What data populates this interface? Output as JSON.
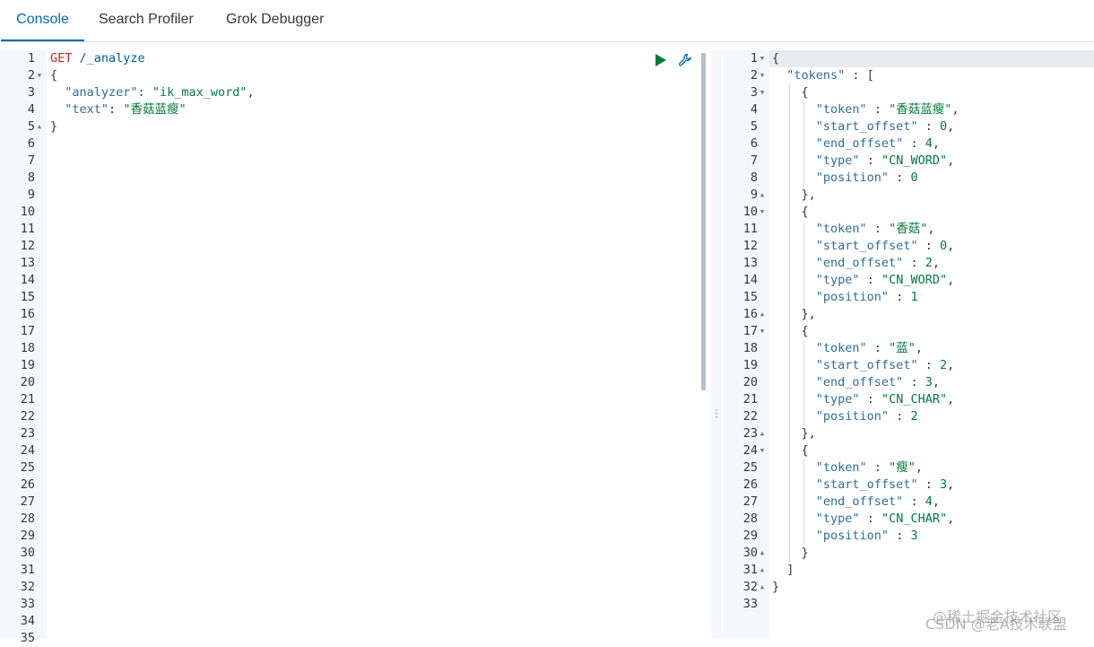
{
  "tabs": [
    {
      "label": "Console",
      "active": true
    },
    {
      "label": "Search Profiler",
      "active": false
    },
    {
      "label": "Grok Debugger",
      "active": false
    }
  ],
  "request": {
    "method": "GET",
    "path": "/_analyze",
    "lines": [
      [
        {
          "t": "GET",
          "c": "m"
        },
        {
          "t": " /_analyze",
          "c": "u"
        }
      ],
      [
        {
          "t": "{",
          "c": "p"
        }
      ],
      [
        {
          "t": "  ",
          "c": "p"
        },
        {
          "t": "\"analyzer\"",
          "c": "k"
        },
        {
          "t": ": ",
          "c": "p"
        },
        {
          "t": "\"ik_max_word\"",
          "c": "s"
        },
        {
          "t": ",",
          "c": "p"
        }
      ],
      [
        {
          "t": "  ",
          "c": "p"
        },
        {
          "t": "\"text\"",
          "c": "k"
        },
        {
          "t": ": ",
          "c": "p"
        },
        {
          "t": "\"香菇蓝瘦\"",
          "c": "s"
        }
      ],
      [
        {
          "t": "}",
          "c": "p"
        }
      ]
    ],
    "line_count": 35,
    "fold_open": [
      2
    ],
    "fold_close": [
      5
    ]
  },
  "response": {
    "lines": [
      [
        {
          "t": "{",
          "c": "p"
        }
      ],
      [
        {
          "t": "  ",
          "c": "p"
        },
        {
          "t": "\"tokens\"",
          "c": "k"
        },
        {
          "t": " : [",
          "c": "p"
        }
      ],
      [
        {
          "t": "    {",
          "c": "p"
        }
      ],
      [
        {
          "t": "      ",
          "c": "p"
        },
        {
          "t": "\"token\"",
          "c": "k"
        },
        {
          "t": " : ",
          "c": "p"
        },
        {
          "t": "\"香菇蓝瘦\"",
          "c": "s"
        },
        {
          "t": ",",
          "c": "p"
        }
      ],
      [
        {
          "t": "      ",
          "c": "p"
        },
        {
          "t": "\"start_offset\"",
          "c": "k"
        },
        {
          "t": " : ",
          "c": "p"
        },
        {
          "t": "0",
          "c": "n"
        },
        {
          "t": ",",
          "c": "p"
        }
      ],
      [
        {
          "t": "      ",
          "c": "p"
        },
        {
          "t": "\"end_offset\"",
          "c": "k"
        },
        {
          "t": " : ",
          "c": "p"
        },
        {
          "t": "4",
          "c": "n"
        },
        {
          "t": ",",
          "c": "p"
        }
      ],
      [
        {
          "t": "      ",
          "c": "p"
        },
        {
          "t": "\"type\"",
          "c": "k"
        },
        {
          "t": " : ",
          "c": "p"
        },
        {
          "t": "\"CN_WORD\"",
          "c": "s"
        },
        {
          "t": ",",
          "c": "p"
        }
      ],
      [
        {
          "t": "      ",
          "c": "p"
        },
        {
          "t": "\"position\"",
          "c": "k"
        },
        {
          "t": " : ",
          "c": "p"
        },
        {
          "t": "0",
          "c": "n"
        }
      ],
      [
        {
          "t": "    },",
          "c": "p"
        }
      ],
      [
        {
          "t": "    {",
          "c": "p"
        }
      ],
      [
        {
          "t": "      ",
          "c": "p"
        },
        {
          "t": "\"token\"",
          "c": "k"
        },
        {
          "t": " : ",
          "c": "p"
        },
        {
          "t": "\"香菇\"",
          "c": "s"
        },
        {
          "t": ",",
          "c": "p"
        }
      ],
      [
        {
          "t": "      ",
          "c": "p"
        },
        {
          "t": "\"start_offset\"",
          "c": "k"
        },
        {
          "t": " : ",
          "c": "p"
        },
        {
          "t": "0",
          "c": "n"
        },
        {
          "t": ",",
          "c": "p"
        }
      ],
      [
        {
          "t": "      ",
          "c": "p"
        },
        {
          "t": "\"end_offset\"",
          "c": "k"
        },
        {
          "t": " : ",
          "c": "p"
        },
        {
          "t": "2",
          "c": "n"
        },
        {
          "t": ",",
          "c": "p"
        }
      ],
      [
        {
          "t": "      ",
          "c": "p"
        },
        {
          "t": "\"type\"",
          "c": "k"
        },
        {
          "t": " : ",
          "c": "p"
        },
        {
          "t": "\"CN_WORD\"",
          "c": "s"
        },
        {
          "t": ",",
          "c": "p"
        }
      ],
      [
        {
          "t": "      ",
          "c": "p"
        },
        {
          "t": "\"position\"",
          "c": "k"
        },
        {
          "t": " : ",
          "c": "p"
        },
        {
          "t": "1",
          "c": "n"
        }
      ],
      [
        {
          "t": "    },",
          "c": "p"
        }
      ],
      [
        {
          "t": "    {",
          "c": "p"
        }
      ],
      [
        {
          "t": "      ",
          "c": "p"
        },
        {
          "t": "\"token\"",
          "c": "k"
        },
        {
          "t": " : ",
          "c": "p"
        },
        {
          "t": "\"蓝\"",
          "c": "s"
        },
        {
          "t": ",",
          "c": "p"
        }
      ],
      [
        {
          "t": "      ",
          "c": "p"
        },
        {
          "t": "\"start_offset\"",
          "c": "k"
        },
        {
          "t": " : ",
          "c": "p"
        },
        {
          "t": "2",
          "c": "n"
        },
        {
          "t": ",",
          "c": "p"
        }
      ],
      [
        {
          "t": "      ",
          "c": "p"
        },
        {
          "t": "\"end_offset\"",
          "c": "k"
        },
        {
          "t": " : ",
          "c": "p"
        },
        {
          "t": "3",
          "c": "n"
        },
        {
          "t": ",",
          "c": "p"
        }
      ],
      [
        {
          "t": "      ",
          "c": "p"
        },
        {
          "t": "\"type\"",
          "c": "k"
        },
        {
          "t": " : ",
          "c": "p"
        },
        {
          "t": "\"CN_CHAR\"",
          "c": "s"
        },
        {
          "t": ",",
          "c": "p"
        }
      ],
      [
        {
          "t": "      ",
          "c": "p"
        },
        {
          "t": "\"position\"",
          "c": "k"
        },
        {
          "t": " : ",
          "c": "p"
        },
        {
          "t": "2",
          "c": "n"
        }
      ],
      [
        {
          "t": "    },",
          "c": "p"
        }
      ],
      [
        {
          "t": "    {",
          "c": "p"
        }
      ],
      [
        {
          "t": "      ",
          "c": "p"
        },
        {
          "t": "\"token\"",
          "c": "k"
        },
        {
          "t": " : ",
          "c": "p"
        },
        {
          "t": "\"瘦\"",
          "c": "s"
        },
        {
          "t": ",",
          "c": "p"
        }
      ],
      [
        {
          "t": "      ",
          "c": "p"
        },
        {
          "t": "\"start_offset\"",
          "c": "k"
        },
        {
          "t": " : ",
          "c": "p"
        },
        {
          "t": "3",
          "c": "n"
        },
        {
          "t": ",",
          "c": "p"
        }
      ],
      [
        {
          "t": "      ",
          "c": "p"
        },
        {
          "t": "\"end_offset\"",
          "c": "k"
        },
        {
          "t": " : ",
          "c": "p"
        },
        {
          "t": "4",
          "c": "n"
        },
        {
          "t": ",",
          "c": "p"
        }
      ],
      [
        {
          "t": "      ",
          "c": "p"
        },
        {
          "t": "\"type\"",
          "c": "k"
        },
        {
          "t": " : ",
          "c": "p"
        },
        {
          "t": "\"CN_CHAR\"",
          "c": "s"
        },
        {
          "t": ",",
          "c": "p"
        }
      ],
      [
        {
          "t": "      ",
          "c": "p"
        },
        {
          "t": "\"position\"",
          "c": "k"
        },
        {
          "t": " : ",
          "c": "p"
        },
        {
          "t": "3",
          "c": "n"
        }
      ],
      [
        {
          "t": "    }",
          "c": "p"
        }
      ],
      [
        {
          "t": "  ]",
          "c": "p"
        }
      ],
      [
        {
          "t": "}",
          "c": "p"
        }
      ]
    ],
    "line_count": 33,
    "fold_open": [
      1,
      2,
      3,
      10,
      17,
      24
    ],
    "fold_close": [
      9,
      16,
      23,
      30,
      31,
      32
    ]
  },
  "icons": {
    "run": "play-icon",
    "settings": "wrench-icon",
    "divider": "drag-handle-icon"
  },
  "watermark": {
    "line1": "@稀土掘金技术社区",
    "line2": "CSDN @老A技术联盟"
  },
  "colors": {
    "accent": "#006bb4",
    "key": "#2b6e9e",
    "string": "#007a3d",
    "method": "#bd271e"
  }
}
